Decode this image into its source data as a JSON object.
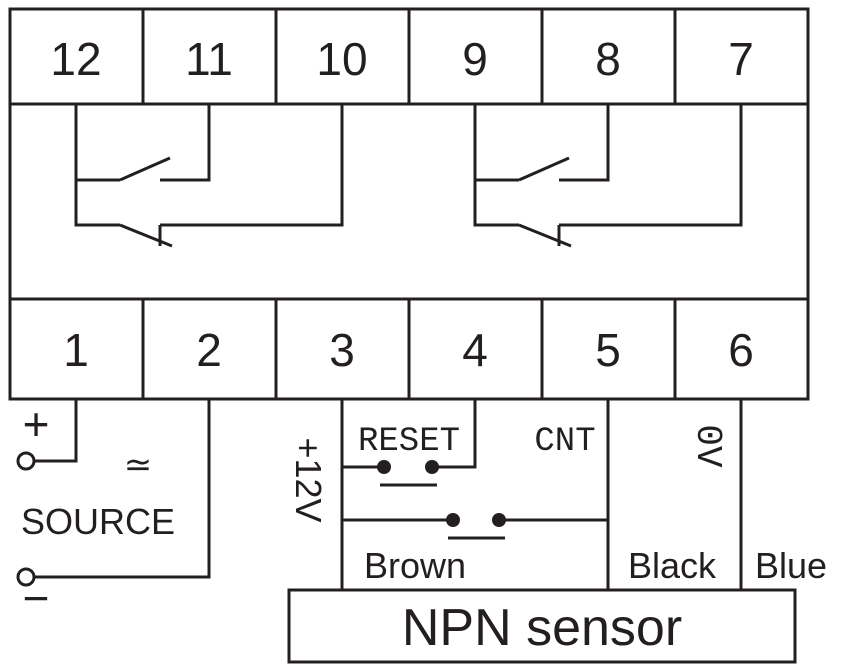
{
  "top_terminals": [
    "12",
    "11",
    "10",
    "9",
    "8",
    "7"
  ],
  "bottom_terminals": [
    "1",
    "2",
    "3",
    "4",
    "5",
    "6"
  ],
  "source": {
    "plus": "+",
    "ac_symbol": "≃",
    "label": "SOURCE",
    "minus": "−"
  },
  "wiring": {
    "supply_label": "+12V",
    "reset_label": "RESET",
    "cnt_label": "CNT",
    "zero_v_label": "0V",
    "brown_label": "Brown",
    "black_label": "Black",
    "blue_label": "Blue"
  },
  "sensor_label": "NPN sensor"
}
